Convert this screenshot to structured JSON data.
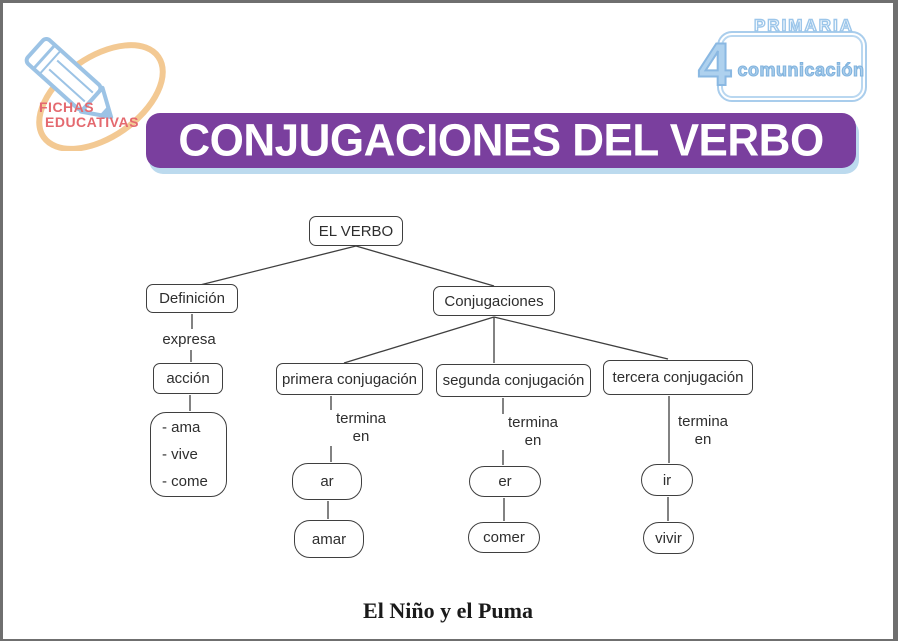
{
  "brand_left": {
    "line1": "FICHAS",
    "line2": "EDUCATIVAS"
  },
  "brand_right": {
    "level": "PRIMARIA",
    "grade": "4",
    "subject": "comunicación"
  },
  "banner": {
    "title": "CONJUGACIONES DEL VERBO"
  },
  "colors": {
    "banner_purple": "#7a3f9e",
    "banner_shadow_blue": "#bcdaee",
    "brand_blue": "#a9cdec",
    "brand_red": "#e4696f",
    "ellipse_orange": "#f3c993",
    "wire_gray": "#3f3f3f"
  },
  "diagram": {
    "root": "EL VERBO",
    "definition": {
      "label": "Definición",
      "connector": "expresa",
      "value": "acción",
      "examples": [
        "- ama",
        "- vive",
        "- come"
      ]
    },
    "conjugations": {
      "label": "Conjugaciones",
      "branches": [
        {
          "label": "primera conjugación",
          "connector_line1": "termina",
          "connector_line2": "en",
          "ending": "ar",
          "example": "amar"
        },
        {
          "label": "segunda conjugación",
          "connector_line1": "termina",
          "connector_line2": "en",
          "ending": "er",
          "example": "comer"
        },
        {
          "label": "tercera conjugación",
          "connector_line1": "termina",
          "connector_line2": "en",
          "ending": "ir",
          "example": "vivir"
        }
      ]
    }
  },
  "caption": "El Niño y el Puma"
}
